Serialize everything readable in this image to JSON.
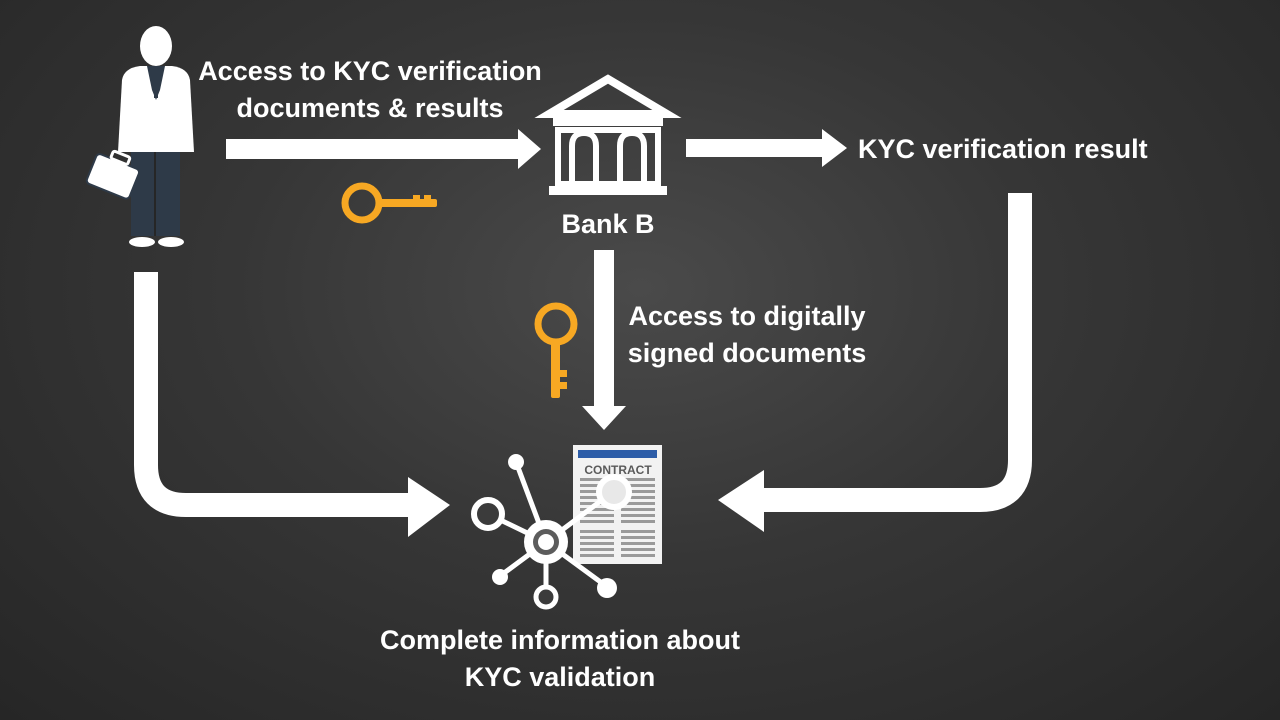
{
  "labels": {
    "access_kyc_line1": "Access to KYC verification",
    "access_kyc_line2": "documents & results",
    "bank": "Bank B",
    "kyc_result": "KYC verification result",
    "digital_line1": "Access to digitally",
    "digital_line2": "signed documents",
    "complete_line1": "Complete information about",
    "complete_line2": "KYC validation",
    "contract": "CONTRACT"
  },
  "icons": [
    "businessman-icon",
    "bank-icon",
    "key-icon",
    "key-icon",
    "network-hub-icon",
    "contract-document-icon"
  ],
  "colors": {
    "background": "#363636",
    "arrow": "#ffffff",
    "key": "#f7a823",
    "contract_header": "#2d5da8"
  }
}
